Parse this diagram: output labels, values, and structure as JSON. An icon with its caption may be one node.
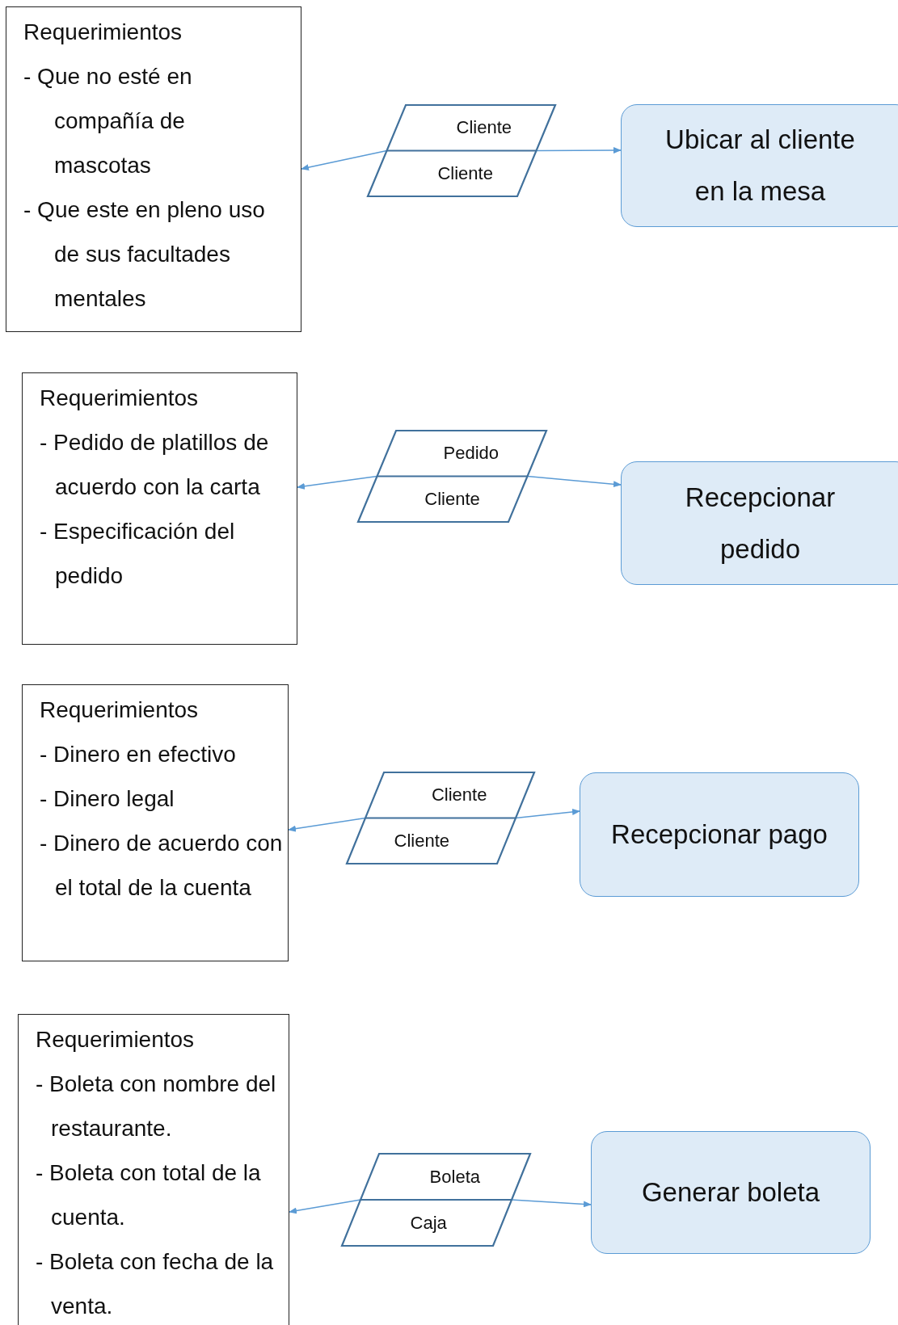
{
  "diagram": {
    "nodes": [
      {
        "text": [
          "Requerimientos",
          "- Que no esté en compañía de mascotas",
          "- Que este en pleno uso de sus facultades mentales"
        ]
      },
      {
        "text": [
          "Cliente",
          "Cliente"
        ]
      },
      {
        "text": [
          "Ubicar al cliente en la mesa"
        ]
      },
      {
        "text": [
          "Requerimientos",
          "- Pedido de platillos de acuerdo con la carta",
          "- Especificación del pedido"
        ]
      },
      {
        "text": [
          "Pedido",
          "Cliente"
        ]
      },
      {
        "text": [
          "Recepcionar pedido"
        ]
      },
      {
        "text": [
          "Requerimientos",
          "- Dinero en efectivo",
          "- Dinero legal",
          "- Dinero de acuerdo con el total de la cuenta"
        ]
      },
      {
        "text": [
          "Cliente",
          "Cliente"
        ]
      },
      {
        "text": [
          "Recepcionar pago"
        ]
      },
      {
        "text": [
          "Requerimientos",
          "- Boleta con nombre del restaurante.",
          "- Boleta con total de la cuenta.",
          "- Boleta con fecha de la venta."
        ]
      },
      {
        "text": [
          "Boleta",
          "Caja"
        ]
      },
      {
        "text": [
          "Generar boleta"
        ]
      }
    ],
    "edges": [
      {
        "from": 1,
        "to": 0,
        "arrow": "to"
      },
      {
        "from": 1,
        "to": 2,
        "arrow": "to"
      },
      {
        "from": 4,
        "to": 3,
        "arrow": "to"
      },
      {
        "from": 4,
        "to": 5,
        "arrow": "to"
      },
      {
        "from": 7,
        "to": 6,
        "arrow": "to"
      },
      {
        "from": 7,
        "to": 8,
        "arrow": "to"
      },
      {
        "from": 10,
        "to": 9,
        "arrow": "to"
      },
      {
        "from": 10,
        "to": 11,
        "arrow": "to"
      }
    ]
  }
}
